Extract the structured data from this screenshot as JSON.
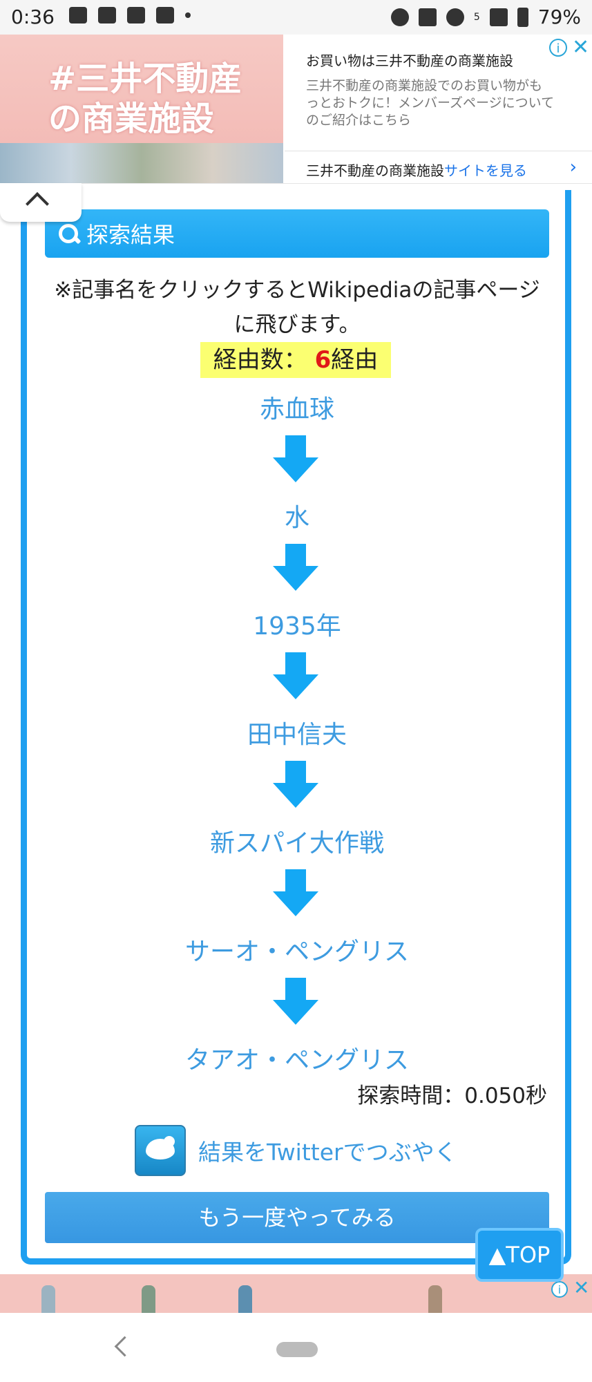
{
  "status_bar": {
    "time": "0:36",
    "battery": "79%",
    "network_badge": "5"
  },
  "ad_top": {
    "image_text": "#三井不動産の商業施設",
    "title": "お買い物は三井不動産の商業施設",
    "description": "三井不動産の商業施設でのお買い物がもっとおトクに！メンバーズページについてのご紹介はこちら",
    "footer_text": "三井不動産の商業施設",
    "footer_link": "サイトを見る",
    "info_glyph": "i",
    "close_glyph": "✕"
  },
  "result": {
    "header_title": "探索結果",
    "note": "※記事名をクリックするとWikipediaの記事ページに飛びます。",
    "via_label": "経由数：",
    "via_count": "6",
    "via_suffix": "経由",
    "path": [
      "赤血球",
      "水",
      "1935年",
      "田中信夫",
      "新スパイ大作戦",
      "サーオ・ペングリス",
      "タアオ・ペングリス"
    ],
    "search_time": "探索時間：0.050秒",
    "tweet_label": "結果をTwitterでつぶやく",
    "retry_label": "もう一度やってみる",
    "top_label": "▲TOP"
  },
  "colors": {
    "accent": "#1f9ff0",
    "link": "#3d9be0",
    "highlight": "#fbff71",
    "count_red": "#e01818"
  }
}
